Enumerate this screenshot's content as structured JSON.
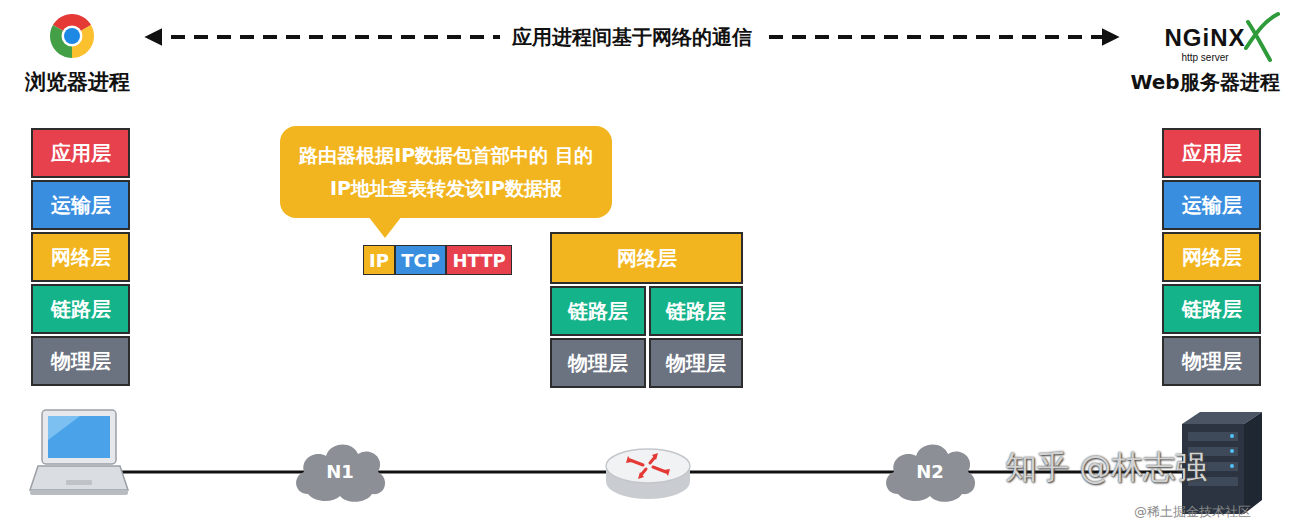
{
  "diagram": {
    "nodes": [
      {
        "text": [
          "浏览器进程"
        ]
      },
      {
        "text": [
          "NGiNX",
          "http server",
          "Web服务器进程"
        ]
      },
      {
        "text": [
          "应用层"
        ]
      },
      {
        "text": [
          "运输层"
        ]
      },
      {
        "text": [
          "网络层"
        ]
      },
      {
        "text": [
          "链路层"
        ]
      },
      {
        "text": [
          "物理层"
        ]
      },
      {
        "text": [
          "路由器根据IP数据包首部中的 目的IP地址查表转发该IP数据报"
        ]
      },
      {
        "text": [
          "IP"
        ]
      },
      {
        "text": [
          "TCP"
        ]
      },
      {
        "text": [
          "HTTP"
        ]
      },
      {
        "text": [
          "网络层"
        ]
      },
      {
        "text": [
          "链路层"
        ]
      },
      {
        "text": [
          "链路层"
        ]
      },
      {
        "text": [
          "物理层"
        ]
      },
      {
        "text": [
          "物理层"
        ]
      },
      {
        "text": [
          "应用层"
        ]
      },
      {
        "text": [
          "运输层"
        ]
      },
      {
        "text": [
          "网络层"
        ]
      },
      {
        "text": [
          "链路层"
        ]
      },
      {
        "text": [
          "物理层"
        ]
      },
      {
        "text": [
          "N1"
        ]
      },
      {
        "text": [
          "N2"
        ]
      }
    ],
    "edges": [
      {
        "from": 0,
        "to": 1,
        "label": "应用进程间基于网络的通信",
        "arrow": "both"
      }
    ],
    "labels": [
      "知乎 @林志强",
      "@稀土掘金技术社区"
    ]
  }
}
